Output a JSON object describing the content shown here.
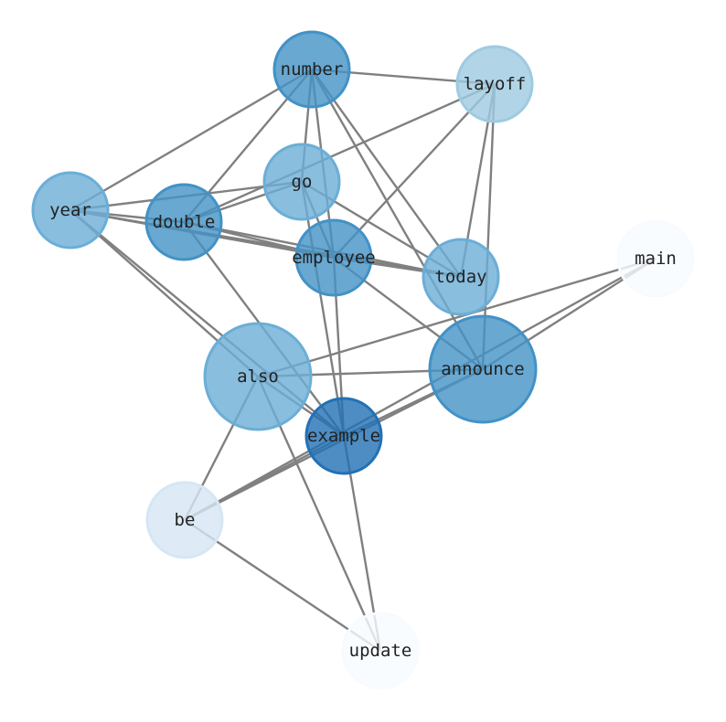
{
  "chart_data": {
    "type": "network",
    "nodes": [
      {
        "id": "number",
        "label": "number",
        "color": "#4292c6"
      },
      {
        "id": "layoff",
        "label": "layoff",
        "color": "#9ecae1"
      },
      {
        "id": "go",
        "label": "go",
        "color": "#6baed6"
      },
      {
        "id": "year",
        "label": "year",
        "color": "#6baed6"
      },
      {
        "id": "double",
        "label": "double",
        "color": "#4292c6"
      },
      {
        "id": "employee",
        "label": "employee",
        "color": "#4292c6"
      },
      {
        "id": "today",
        "label": "today",
        "color": "#6baed6"
      },
      {
        "id": "main",
        "label": "main",
        "color": "#f7fbff"
      },
      {
        "id": "also",
        "label": "also",
        "color": "#6baed6"
      },
      {
        "id": "announce",
        "label": "announce",
        "color": "#4292c6"
      },
      {
        "id": "example",
        "label": "example",
        "color": "#2171b5"
      },
      {
        "id": "be",
        "label": "be",
        "color": "#d6e6f4"
      },
      {
        "id": "update",
        "label": "update",
        "color": "#f7fbff"
      }
    ],
    "edges": [
      [
        "number",
        "layoff"
      ],
      [
        "number",
        "year"
      ],
      [
        "number",
        "double"
      ],
      [
        "number",
        "go"
      ],
      [
        "number",
        "employee"
      ],
      [
        "number",
        "today"
      ],
      [
        "number",
        "announce"
      ],
      [
        "layoff",
        "double"
      ],
      [
        "layoff",
        "employee"
      ],
      [
        "layoff",
        "today"
      ],
      [
        "layoff",
        "announce"
      ],
      [
        "year",
        "go"
      ],
      [
        "year",
        "employee"
      ],
      [
        "year",
        "today"
      ],
      [
        "year",
        "also"
      ],
      [
        "year",
        "example"
      ],
      [
        "year",
        "double"
      ],
      [
        "double",
        "go"
      ],
      [
        "double",
        "employee"
      ],
      [
        "double",
        "today"
      ],
      [
        "double",
        "example"
      ],
      [
        "go",
        "example"
      ],
      [
        "go",
        "today"
      ],
      [
        "go",
        "employee"
      ],
      [
        "employee",
        "today"
      ],
      [
        "employee",
        "announce"
      ],
      [
        "employee",
        "example"
      ],
      [
        "also",
        "main"
      ],
      [
        "also",
        "announce"
      ],
      [
        "also",
        "example"
      ],
      [
        "also",
        "be"
      ],
      [
        "also",
        "update"
      ],
      [
        "announce",
        "main"
      ],
      [
        "announce",
        "example"
      ],
      [
        "announce",
        "be"
      ],
      [
        "example",
        "be"
      ],
      [
        "main",
        "be"
      ],
      [
        "example",
        "update"
      ],
      [
        "be",
        "update"
      ]
    ],
    "edge_color": "#808080"
  }
}
